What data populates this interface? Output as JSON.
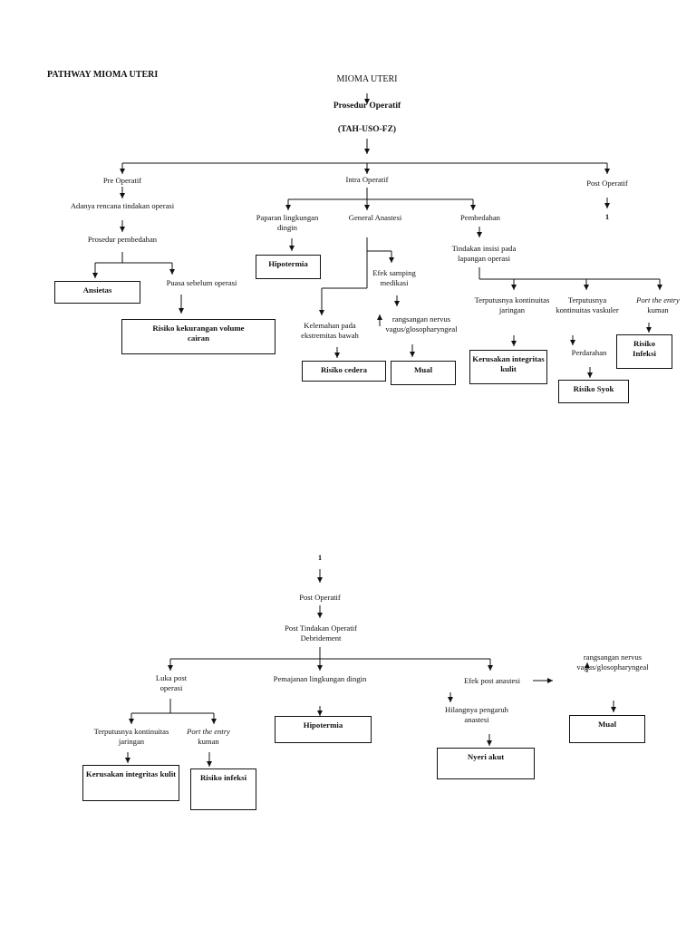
{
  "page_title": "PATHWAY MIOMA UTERI",
  "top": {
    "root": "MIOMA UTERI",
    "procedure": "Prosedur Operatif",
    "procedure_code": "(TAH-USO-FZ)",
    "branches": {
      "pre": {
        "label": "Pre Operatif",
        "step1": "Adanya rencana tindakan operasi",
        "step2": "Prosedur pembedahan",
        "box_anxiety": "Ansietas",
        "fasting": "Puasa sebelum operasi",
        "box_volume": "Risiko kekurangan volume cairan"
      },
      "intra": {
        "label": "Intra Operatif",
        "exposure": "Paparan lingkungan dingin",
        "box_hypothermia": "Hipotermia",
        "anesthesia": "General Anastesi",
        "side_effect": "Efek samping medikasi",
        "weakness": "Kelemahan pada ekstremitas bawah",
        "box_injury": "Risiko cedera",
        "nerve_stimulation": "rangsangan nervus vagus/glosopharyngeal",
        "box_nausea": "Mual",
        "surgery": "Pembedahan",
        "incision": "Tindakan insisi pada lapangan operasi",
        "tissue_break": "Terputusnya kontinuitas jaringan",
        "box_skin": "Kerusakan integritas kulit",
        "vascular_break": "Terputusnya kontinuitas vaskuler",
        "bleeding": "Perdarahan",
        "box_shock": "Risiko Syok",
        "port_entry_italic": "Port the entry",
        "port_entry_rest": "kuman",
        "box_infection": "Risiko Infeksi"
      },
      "post": {
        "label": "Post Operatif",
        "connector": "1"
      }
    }
  },
  "bottom": {
    "connector": "1",
    "post": "Post Operatif",
    "post_action": "Post Tindakan Operatif Debridement",
    "wound": "Luka post operasi",
    "tissue_break": "Terputusnya kontinuitas jaringan",
    "box_skin": "Kerusakan integritas kulit",
    "port_entry_italic": "Port the entry",
    "port_entry_rest": "kuman",
    "box_infection": "Risiko infeksi",
    "exposure": "Pemajanan lingkungan dingin",
    "box_hypothermia": "Hipotermia",
    "anesthesia_effect": "Efek post anastesi",
    "anesthesia_loss": "Hilangnya pengaruh anastesi",
    "box_pain": "Nyeri akut",
    "nerve_stimulation": "rangsangan nervus vagus/glosopharyngeal",
    "box_nausea": "Mual"
  }
}
